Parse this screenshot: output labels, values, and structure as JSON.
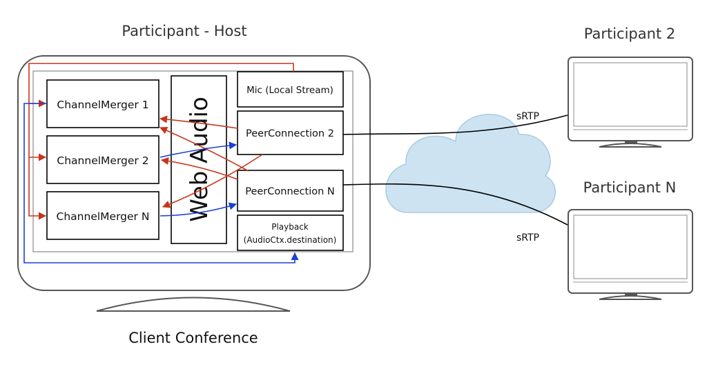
{
  "titles": {
    "host": "Participant - Host",
    "participant2": "Participant 2",
    "participantN": "Participant N",
    "caption": "Client Conference"
  },
  "host": {
    "mergers": [
      "ChannelMerger 1",
      "ChannelMerger 2",
      "ChannelMerger N"
    ],
    "web_audio": "Web Audio",
    "mic": "Mic (Local Stream)",
    "peer2": "PeerConnection 2",
    "peerN": "PeerConnection N",
    "playback_line1": "Playback",
    "playback_line2": "(AudioCtx.destination)"
  },
  "links": {
    "srtp_top": "sRTP",
    "srtp_bottom": "sRTP"
  },
  "colors": {
    "red_arrow": "#c8341b",
    "blue_arrow": "#1a3fd6",
    "cloud": "#cde3f1",
    "cloud_stroke": "#a9cbe2",
    "monitor_stroke": "#555555"
  }
}
